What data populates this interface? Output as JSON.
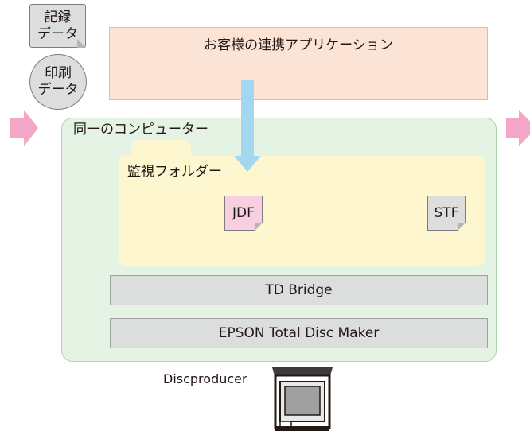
{
  "icons": {
    "record_data_lines": [
      "記録",
      "データ"
    ],
    "print_data_lines": [
      "印刷",
      "データ"
    ]
  },
  "customer_app": {
    "label": "お客様の連携アプリケーション"
  },
  "computer": {
    "label": "同一のコンピューター",
    "watch_folder": {
      "label": "監視フォルダー",
      "files": [
        "JDF",
        "STF"
      ]
    },
    "layers": [
      "TD Bridge",
      "EPSON Total Disc Maker"
    ]
  },
  "device": {
    "label": "Discproducer"
  },
  "colors": {
    "customer_app_fill": "#fbe3d6",
    "computer_fill": "#e4f3e4",
    "folder_fill": "#fdf6cf",
    "jdf_fill": "#f7cfe0",
    "arrow_blue": "#a3d7f0",
    "side_arrow_pink": "#f4a6c9",
    "layer_gray": "#dcdddd"
  }
}
